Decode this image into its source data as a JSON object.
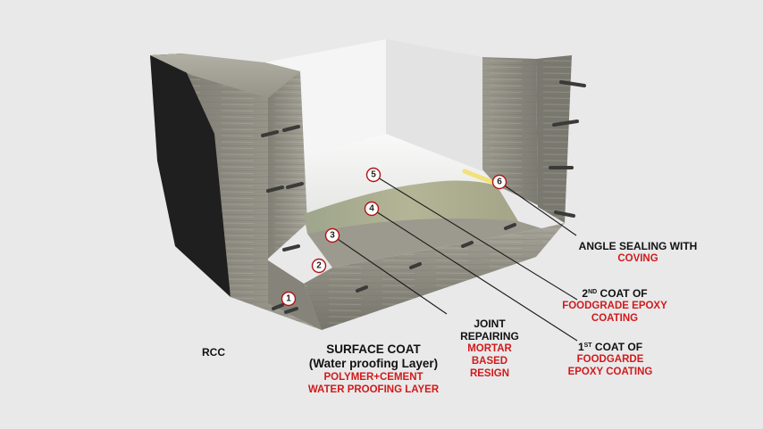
{
  "markers": [
    "1",
    "2",
    "3",
    "4",
    "5",
    "6"
  ],
  "labels": {
    "rcc": "RCC",
    "surface_coat_title": "SURFACE COAT",
    "surface_coat_subtitle": "(Water proofing Layer)",
    "surface_coat_line1": "POLYMER+CEMENT",
    "surface_coat_line2": "WATER PROOFING LAYER",
    "joint_line1": "JOINT",
    "joint_line2": "REPAIRING",
    "joint_red1": "MORTAR",
    "joint_red2": "BASED",
    "joint_red3": "RESIGN",
    "first_coat_num": "1",
    "first_coat_sup": "ST",
    "first_coat_rest": " COAT OF",
    "first_coat_red1": "FOODGARDE",
    "first_coat_red2": "EPOXY COATING",
    "second_coat_num": "2",
    "second_coat_sup": "ND",
    "second_coat_rest": " COAT OF",
    "second_coat_red1": "FOODGRADE EPOXY",
    "second_coat_red2": "COATING",
    "angle_line1": "ANGLE SEALING WITH",
    "angle_red": "COVING"
  },
  "colors": {
    "background": "#e9e9ea",
    "label_red": "#d11a1a",
    "label_black": "#111111",
    "marker_ring": "#b21414",
    "leader_line": "#1a1a1a",
    "concrete": "#8c8a80",
    "interior_white": "#f7f7f7"
  }
}
